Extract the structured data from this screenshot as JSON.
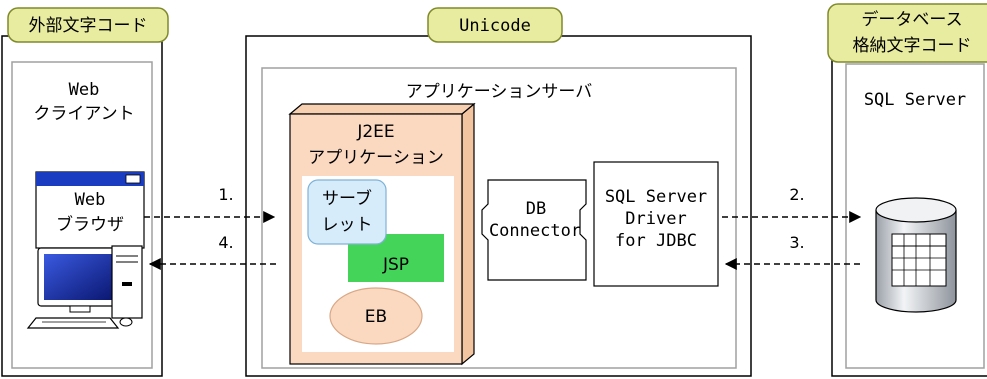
{
  "regions": {
    "external": {
      "tag": "外部文字コード",
      "title_line1": "Web",
      "title_line2": "クライアント"
    },
    "unicode": {
      "tag": "Unicode",
      "app_server_label": "アプリケーションサーバ"
    },
    "database": {
      "tag_line1": "データベース",
      "tag_line2": "格納文字コード",
      "server_label": "SQL Server"
    }
  },
  "browser": {
    "line1": "Web",
    "line2": "ブラウザ"
  },
  "j2ee": {
    "title_line1": "J2EE",
    "title_line2": "アプリケーション",
    "servlet_line1": "サーブ",
    "servlet_line2": "レット",
    "jsp": "JSP",
    "eb": "EB"
  },
  "connector": {
    "line1": "DB",
    "line2": "Connector"
  },
  "jdbc_driver": {
    "line1": "SQL Server",
    "line2": "Driver",
    "line3": "for JDBC"
  },
  "steps": {
    "s1": "1.",
    "s2": "2.",
    "s3": "3.",
    "s4": "4."
  },
  "colors": {
    "tag_fill": "#e8eca0",
    "tag_stroke": "#7f8a2a",
    "j2ee_fill": "#fbd8c0",
    "j2ee_side": "#f2c4a0",
    "servlet_fill": "#d6ecfb",
    "servlet_stroke": "#7fb2d8",
    "jsp_fill": "#44d45a",
    "eb_fill": "#fbd8c0",
    "eb_stroke": "#d8a886",
    "region_gray": "#a0a0a0",
    "browser_bar": "#1a3cc0",
    "monitor_screen": "#1a2c9c"
  }
}
